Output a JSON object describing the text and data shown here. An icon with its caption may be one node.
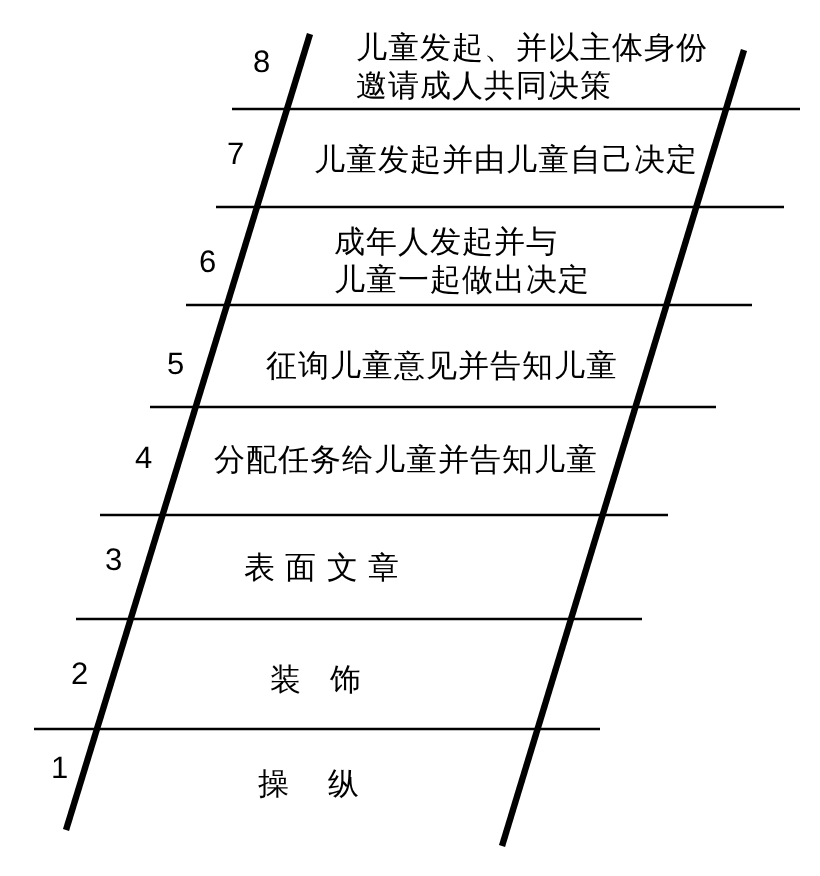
{
  "diagram": {
    "labels": [
      "8",
      "儿童发起、并以主体身份邀请成人共同决策",
      "7",
      "儿童发起并由儿童自己决定",
      "6",
      "成年人发起并与儿童一起做出决定",
      "5",
      "征询儿童意见并告知儿童",
      "4",
      "分配任务给儿童并告知儿童",
      "3",
      "表面文章",
      "2",
      "装饰",
      "1",
      "操纵"
    ]
  }
}
